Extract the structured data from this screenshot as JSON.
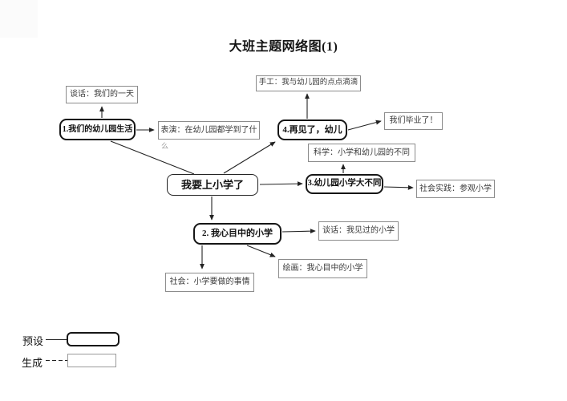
{
  "title": "大班主题网络图(1)",
  "nodes": {
    "center": {
      "label": "我要上小学了",
      "type": "center"
    },
    "topic1": {
      "label": "1.我们的幼儿园生活",
      "type": "preset"
    },
    "topic2": {
      "label": "2. 我心目中的小学",
      "type": "preset"
    },
    "topic3": {
      "label": "3.幼儿园小学大不同",
      "type": "preset"
    },
    "topic4": {
      "label": "4.再见了，幼儿",
      "type": "preset"
    },
    "talk_day": {
      "label": "谈话：我们的一天",
      "type": "generated"
    },
    "perform": {
      "label": "表演：在幼儿园都学到了什",
      "overflow": "么",
      "type": "generated"
    },
    "craft": {
      "label": "手工：我与幼儿园的点点滴滴",
      "type": "generated"
    },
    "graduate": {
      "label": "我们毕业了！",
      "type": "generated"
    },
    "science": {
      "label": "科学：小学和幼儿园的不同",
      "type": "generated"
    },
    "practice": {
      "label": "社会实践：参观小学",
      "type": "generated"
    },
    "talk_school": {
      "label": "谈话：我见过的小学",
      "type": "generated"
    },
    "draw": {
      "label": "绘画：我心目中的小学",
      "type": "generated"
    },
    "social": {
      "label": "社会：小学要做的事情",
      "type": "generated"
    }
  },
  "legend": {
    "preset_label": "预设",
    "generated_label": "生成"
  },
  "colors": {
    "line": "#222222",
    "preset_border": "#161616",
    "generated_border": "#8c8c8c",
    "background": "#ffffff"
  }
}
